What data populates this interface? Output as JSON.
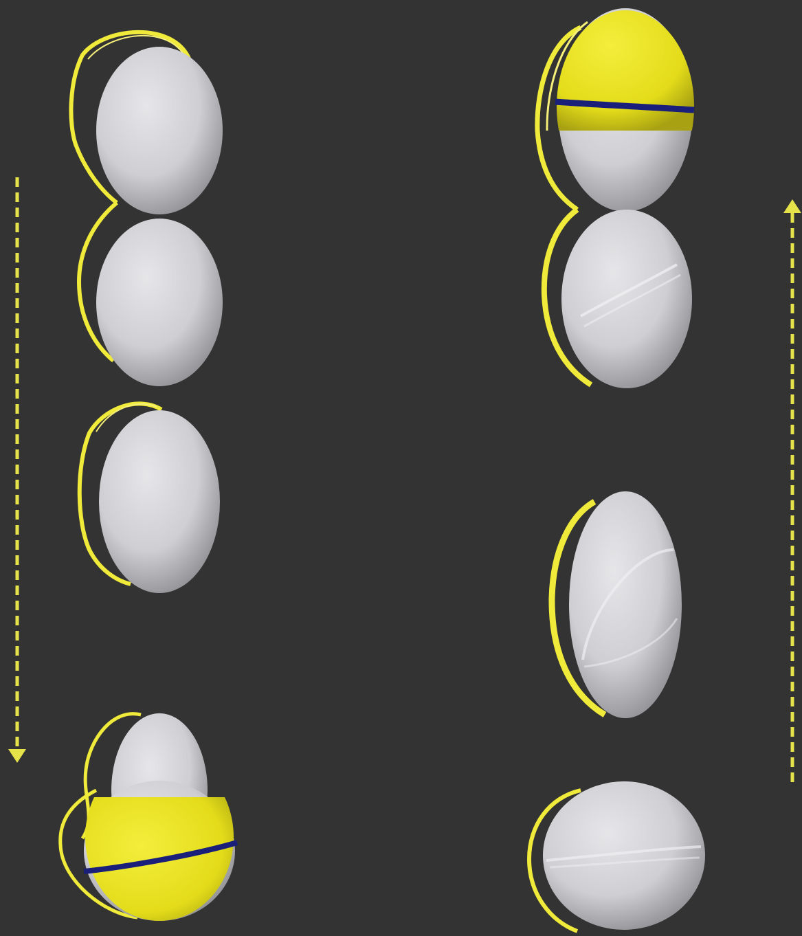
{
  "scene": {
    "background": "#333333",
    "cell_color": "#d7d7d9",
    "cell_shadow": "#9a9a9e",
    "flagellum_color": "#f0ea3a",
    "cap_color": "#e8e21c",
    "band_color": "#1a1f7a",
    "arrow_color": "#e6e24a"
  },
  "left_column": {
    "direction": "down",
    "frames": [
      {
        "name": "frame-1",
        "highlighted_cap": false
      },
      {
        "name": "frame-2",
        "highlighted_cap": false
      },
      {
        "name": "frame-3",
        "highlighted_cap": false
      },
      {
        "name": "frame-4",
        "highlighted_cap": true
      }
    ]
  },
  "right_column": {
    "direction": "up",
    "frames": [
      {
        "name": "frame-1",
        "highlighted_cap": true
      },
      {
        "name": "frame-2",
        "highlighted_cap": false
      },
      {
        "name": "frame-3",
        "highlighted_cap": false
      },
      {
        "name": "frame-4",
        "highlighted_cap": false
      }
    ]
  }
}
